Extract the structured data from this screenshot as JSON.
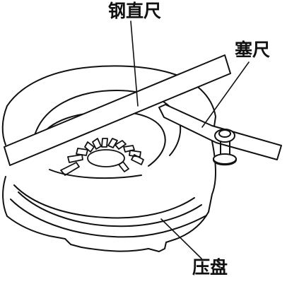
{
  "labels": {
    "steel_ruler": "钢直尺",
    "feeler_gauge": "塞尺",
    "pressure_plate": "压盘"
  },
  "colors": {
    "line": "#111111",
    "background": "#ffffff"
  }
}
